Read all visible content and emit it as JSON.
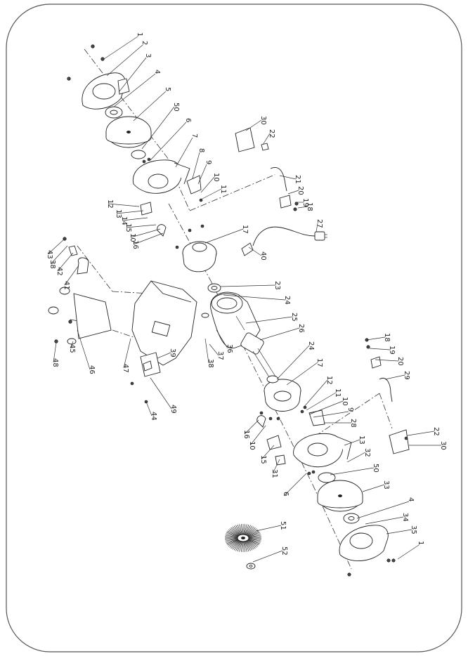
{
  "diagram": {
    "frame_color": "#555555",
    "ink_color": "#222222",
    "labels": [
      "1",
      "2",
      "3",
      "4",
      "5",
      "50",
      "6",
      "7",
      "8",
      "9",
      "10",
      "11",
      "12",
      "13",
      "14",
      "15",
      "10",
      "16",
      "17",
      "30",
      "22",
      "21",
      "20",
      "19",
      "18",
      "27",
      "40",
      "23",
      "24",
      "25",
      "26",
      "24",
      "17",
      "12",
      "11",
      "10",
      "9",
      "28",
      "13",
      "32",
      "50",
      "33",
      "4",
      "34",
      "35",
      "1",
      "16",
      "10",
      "15",
      "31",
      "6",
      "37",
      "36",
      "38",
      "39",
      "43",
      "38",
      "42",
      "41",
      "46",
      "45",
      "48",
      "47",
      "49",
      "44",
      "18",
      "19",
      "20",
      "29",
      "22",
      "30",
      "51",
      "52"
    ],
    "part_icons": [
      "wheel-guard-icon",
      "grinding-wheel-icon",
      "flange-icon",
      "motor-housing-icon",
      "end-cover-icon",
      "base-icon",
      "power-cord-icon",
      "eye-shield-icon",
      "switch-icon",
      "wire-brush-icon",
      "bracket-icon",
      "screw-icon"
    ]
  }
}
